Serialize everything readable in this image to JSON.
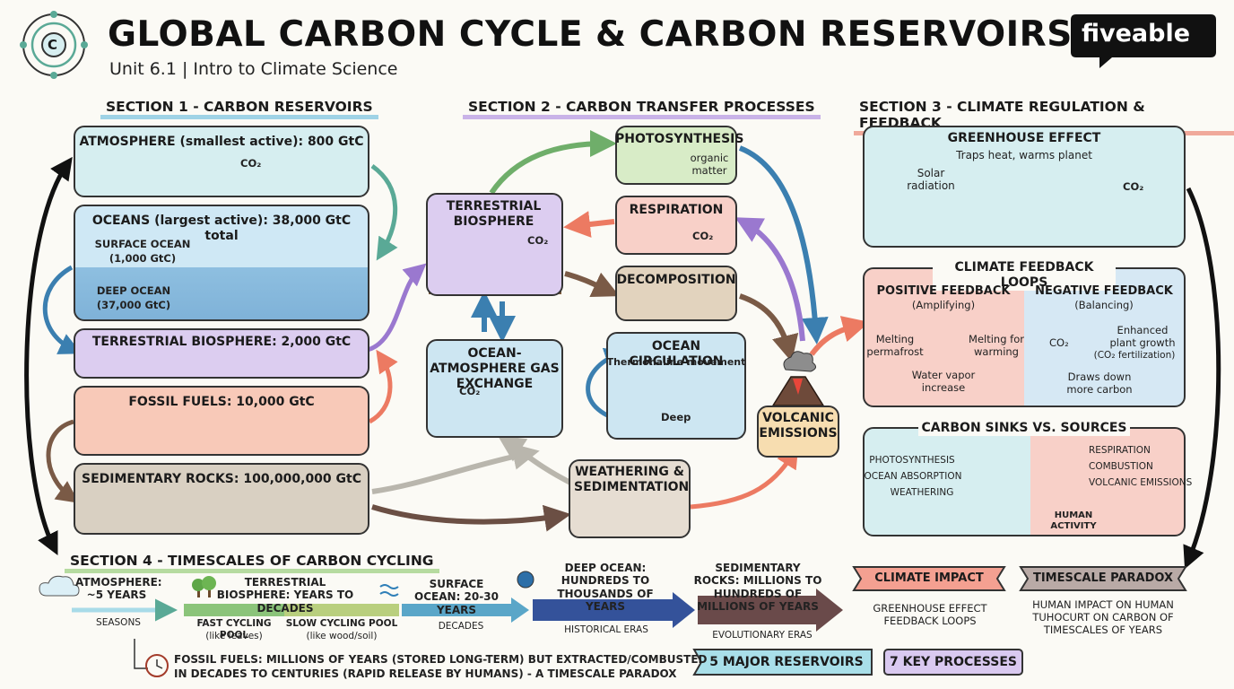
{
  "header": {
    "title": "GLOBAL CARBON CYCLE & CARBON RESERVOIRS",
    "subtitle": "Unit 6.1 | Intro to Climate Science",
    "logo_letter": "C",
    "brand": "fiveable"
  },
  "section1": {
    "title": "SECTION 1 - CARBON RESERVOIRS",
    "atmosphere": "ATMOSPHERE (smallest active): 800 GtC",
    "atmosphere_co2": "CO₂",
    "oceans": "OCEANS (largest active): 38,000 GtC total",
    "surface_ocean": "SURFACE OCEAN",
    "surface_ocean_val": "(1,000 GtC)",
    "deep_ocean": "DEEP OCEAN",
    "deep_ocean_val": "(37,000 GtC)",
    "terrestrial": "TERRESTRIAL BIOSPHERE: 2,000 GtC",
    "fossil": "FOSSIL FUELS: 10,000 GtC",
    "sedimentary": "SEDIMENTARY ROCKS: 100,000,000 GtC"
  },
  "section2": {
    "title": "SECTION 2 - CARBON TRANSFER PROCESSES",
    "terrestrial_biosphere": "TERRESTRIAL BIOSPHERE",
    "co2": "CO₂",
    "photosynthesis": "PHOTOSYNTHESIS",
    "organic_matter": "organic matter",
    "respiration": "RESPIRATION",
    "decomposition": "DECOMPOSITION",
    "gas_exchange": "OCEAN-ATMOSPHERE GAS EXCHANGE",
    "ocean_circulation": "OCEAN CIRCULATION",
    "thermohaline": "Thermohaline movement",
    "deep": "Deep",
    "volcanic": "VOLCANIC EMISSIONS",
    "weathering": "WEATHERING & SEDIMENTATION"
  },
  "section3": {
    "title": "SECTION 3 - CLIMATE REGULATION & FEEDBACK",
    "greenhouse": "GREENHOUSE EFFECT",
    "greenhouse_sub": "Traps heat, warms planet",
    "solar": "Solar radiation",
    "co2": "CO₂",
    "feedback_title": "CLIMATE FEEDBACK LOOPS",
    "positive": "POSITIVE FEEDBACK",
    "positive_sub": "(Amplifying)",
    "melting_permafrost": "Melting permafrost",
    "melting_warming": "Melting for warming",
    "water_vapor": "Water vapor increase",
    "negative": "NEGATIVE FEEDBACK",
    "negative_sub": "(Balancing)",
    "co2_up": "CO₂",
    "enhanced": "Enhanced plant growth",
    "co2_fert": "(CO₂ fertilization)",
    "draws_down": "Draws down more carbon",
    "sinks_title": "CARBON SINKS VS. SOURCES",
    "sinks": [
      "PHOTOSYNTHESIS",
      "OCEAN ABSORPTION",
      "WEATHERING"
    ],
    "sources": [
      "RESPIRATION",
      "COMBUSTION",
      "VOLCANIC EMISSIONS"
    ],
    "human": "HUMAN ACTIVITY"
  },
  "section4": {
    "title": "SECTION 4 - TIMESCALES OF CARBON CYCLING",
    "atm": "ATMOSPHERE: ~5 YEARS",
    "seasons": "SEASONS",
    "terr": "TERRESTRIAL BIOSPHERE: YEARS TO DECADES",
    "fast": "FAST CYCLING POOL",
    "fast_sub": "(like leaves)",
    "slow": "SLOW CYCLING POOL",
    "slow_sub": "(like wood/soil)",
    "surface": "SURFACE OCEAN: 20-30 YEARS",
    "decades": "DECADES",
    "deep": "DEEP OCEAN: HUNDREDS TO THOUSANDS OF YEARS",
    "historical": "HISTORICAL ERAS",
    "sed": "SEDIMENTARY ROCKS: MILLIONS TO HUNDREDS OF MILLIONS OF YEARS",
    "evolutionary": "EVOLUTIONARY ERAS",
    "fossil_note_1": "FOSSIL FUELS: MILLIONS OF YEARS (STORED LONG-TERM) BUT EXTRACTED/COMBUSTED",
    "fossil_note_2": "IN DECADES TO CENTURIES (RAPID RELEASE BY HUMANS) - A TIMESCALE PARADOX"
  },
  "footer": {
    "climate_impact": "CLIMATE IMPACT",
    "climate_impact_text": "GREENHOUSE EFFECT FEEDBACK LOOPS",
    "timescale_paradox": "TIMESCALE PARADOX",
    "timescale_text": "HUMAN IMPACT ON HUMAN TUHOCURT ON CARBON OF TIMESCALES OF YEARS",
    "reservoirs_badge": "5 MAJOR RESERVOIRS",
    "processes_badge": "7 KEY PROCESSES"
  },
  "colors": {
    "atmosphere": "#d6eef0",
    "ocean": "#a7d0e8",
    "terrestrial": "#dccdf0",
    "fossil": "#f8c9b8",
    "sediment": "#d9d0c2",
    "photosynthesis": "#d8ecc7",
    "respiration": "#f8d0c8",
    "decomposition": "#e2d3be",
    "gas_exchange": "#cde6f2",
    "volcanic": "#f7ddb0",
    "weathering": "#e6ddd2"
  }
}
